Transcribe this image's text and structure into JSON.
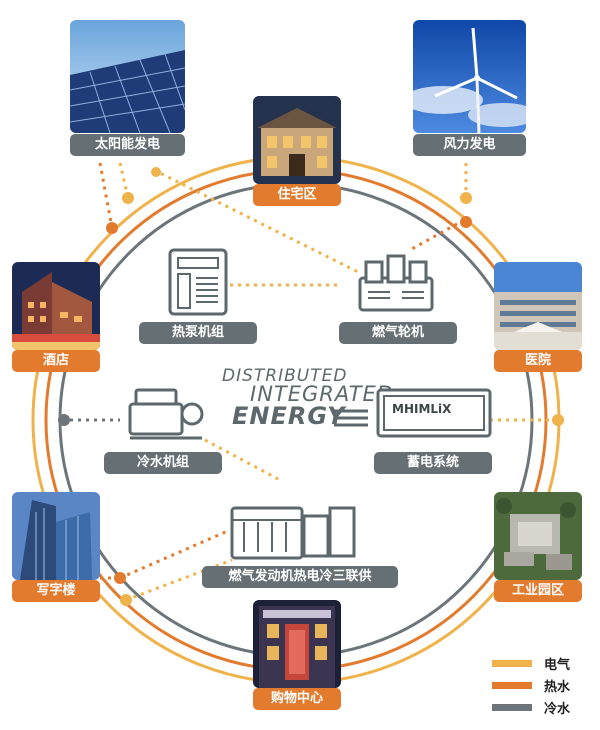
{
  "center": {
    "line1": "DISTRIBUTED",
    "line2": "INTEGRATED",
    "line3": "ENERGY"
  },
  "sources": {
    "solar": "太阳能发电",
    "wind": "风力发电"
  },
  "consumers": {
    "residential": "住宅区",
    "hotel": "酒店",
    "hospital": "医院",
    "office": "写字楼",
    "industrial": "工业园区",
    "mall": "购物中心"
  },
  "equipment": {
    "heat_pump": "热泵机组",
    "gas_turbine": "燃气轮机",
    "chiller": "冷水机组",
    "storage": "蓄电系统",
    "storage_brand": "MHIMLiX",
    "gas_engine": "燃气发动机热电冷三联供"
  },
  "legend": [
    {
      "label": "电气",
      "color": "#f0b24a"
    },
    {
      "label": "热水",
      "color": "#e37b2f"
    },
    {
      "label": "冷水",
      "color": "#6c767a"
    }
  ],
  "colors": {
    "electric": "#f0b24a",
    "hot_water": "#e37b2f",
    "cold_water": "#6c767a",
    "tag_orange": "#e37b2f",
    "tag_gray": "#667074"
  }
}
